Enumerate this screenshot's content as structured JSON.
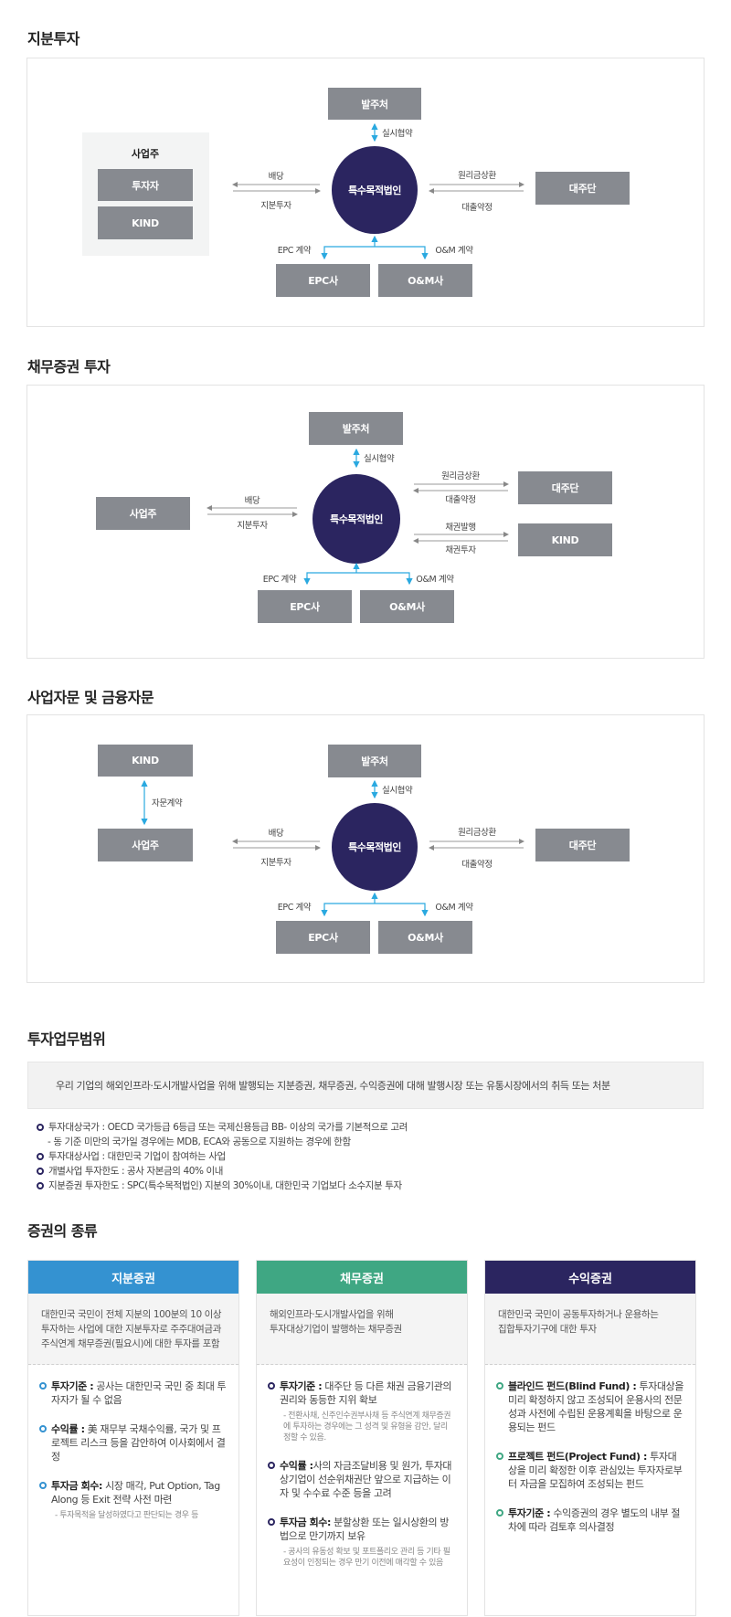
{
  "sections": {
    "equity_title": "지분투자",
    "debt_title": "채무증권 투자",
    "advisory_title": "사업자문 및 금융자문",
    "scope_title": "투자업무범위",
    "types_title": "증권의 종류"
  },
  "diagram_equity": {
    "sponsor_panel": "사업주",
    "investor": "투자자",
    "kind": "KIND",
    "dividend": "배당",
    "equity_invest": "지분투자",
    "spc": "특수목적법인",
    "client": "발주처",
    "implementation": "실시협약",
    "repayment": "원리금상환",
    "loan": "대출약정",
    "lenders": "대주단",
    "epc_contract": "EPC 계약",
    "om_contract": "O&M 계약",
    "epc": "EPC사",
    "om": "O&M사"
  },
  "diagram_debt": {
    "sponsor": "사업주",
    "dividend": "배당",
    "equity_invest": "지분투자",
    "spc": "특수목적법인",
    "client": "발주처",
    "implementation": "실시협약",
    "repayment": "원리금상환",
    "loan": "대출약정",
    "lenders": "대주단",
    "bond_issue": "채권발행",
    "bond_invest": "채권투자",
    "kind": "KIND",
    "epc_contract": "EPC 계약",
    "om_contract": "O&M 계약",
    "epc": "EPC사",
    "om": "O&M사"
  },
  "diagram_advisory": {
    "kind": "KIND",
    "advisory_contract": "자문계약",
    "sponsor": "사업주",
    "dividend": "배당",
    "equity_invest": "지분투자",
    "spc": "특수목적법인",
    "client": "발주처",
    "implementation": "실시협약",
    "repayment": "원리금상환",
    "loan": "대출약정",
    "lenders": "대주단",
    "epc_contract": "EPC 계약",
    "om_contract": "O&M 계약",
    "epc": "EPC사",
    "om": "O&M사"
  },
  "scope": {
    "summary": "우리 기업의 해외인프라·도시개발사업을 위해 발행되는 지분증권, 채무증권, 수익증권에 대해 발행시장 또는 유통시장에서의 취득 또는 처분",
    "items": [
      "투자대상국가 : OECD 국가등급 6등급 또는 국제신용등급 BB- 이상의 국가를 기본적으로 고려",
      "- 동 기준 미만의 국가일 경우에는 MDB, ECA와 공동으로 지원하는 경우에 한함",
      "투자대상사업 : 대한민국 기업이 참여하는 사업",
      "개별사업 투자한도 : 공사 자본금의 40% 이내",
      "지분증권 투자한도 : SPC(특수목적법인) 지분의 30%이내, 대한민국 기업보다 소수지분 투자"
    ]
  },
  "colors": {
    "equity": "#3492d1",
    "debt": "#3fa783",
    "beneficiary": "#2b2560",
    "box_gray": "#878a90",
    "arrow_blue": "#2aa9e0"
  },
  "cards": [
    {
      "title": "지분증권",
      "desc": "대한민국 국민이 전체 지분의 100분의 10 이상\n투자하는 사업에 대한 지분투자로 주주대여금과\n주식연계 채무증권(필요시)에 대한 투자를 포함",
      "items": [
        {
          "label": "투자기준 :",
          "text": " 공사는 대한민국 국민 중 최대 투자자가 될 수 없음",
          "note": ""
        },
        {
          "label": "수익률 :",
          "text": " 美 재무부 국채수익률, 국가 및 프로젝트 리스크 등을 감안하여 이사회에서 결정",
          "note": ""
        },
        {
          "label": "투자금 회수:",
          "text": " 시장 매각, Put Option, Tag Along 등 Exit 전략 사전 마련",
          "note": "- 투자목적을 달성하였다고 판단되는 경우 등"
        }
      ]
    },
    {
      "title": "채무증권",
      "desc": "해외인프라·도시개발사업을 위해\n투자대상기업이 발행하는 채무증권",
      "items": [
        {
          "label": "투자기준 :",
          "text": " 대주단 등 다른 채권 금융기관의 권리와 동등한 지위 확보",
          "note": "- 전환사채, 신주인수권부사채 등 주식연계 채무증권에 투자하는 경우에는 그 성격 및 유형을 감안, 달리 정할 수 있음."
        },
        {
          "label": "수익률 :",
          "text": "사의 자금조달비용 및 원가, 투자대상기업이 선순위채권단 앞으로 지급하는 이자 및 수수료 수준 등을 고려",
          "note": ""
        },
        {
          "label": "투자금 회수:",
          "text": " 분할상환 또는 일시상환의 방법으로 만기까지 보유",
          "note": "- 공사의 유동성 확보 및 포트폴리오 관리 등 기타 필요성이 인정되는 경우 만기 이전에 매각할 수 있음"
        }
      ]
    },
    {
      "title": "수익증권",
      "desc": "대한민국 국민이 공동투자하거나 운용하는\n집합투자기구에 대한 투자",
      "items": [
        {
          "label": "블라인드 펀드(Blind Fund) :",
          "text": " 투자대상을 미리 확정하지 않고 조성되어 운용사의 전문성과 사전에 수립된 운용계획을 바탕으로 운용되는 펀드",
          "note": ""
        },
        {
          "label": "프로젝트 펀드(Project Fund) :",
          "text": " 투자대상을 미리 확정한 이후 관심있는 투자자로부터 자금을 모집하여 조성되는 펀드",
          "note": ""
        },
        {
          "label": "투자기준 :",
          "text": " 수익증권의 경우 별도의 내부 절차에 따라 검토후 의사결정",
          "note": ""
        }
      ]
    }
  ]
}
